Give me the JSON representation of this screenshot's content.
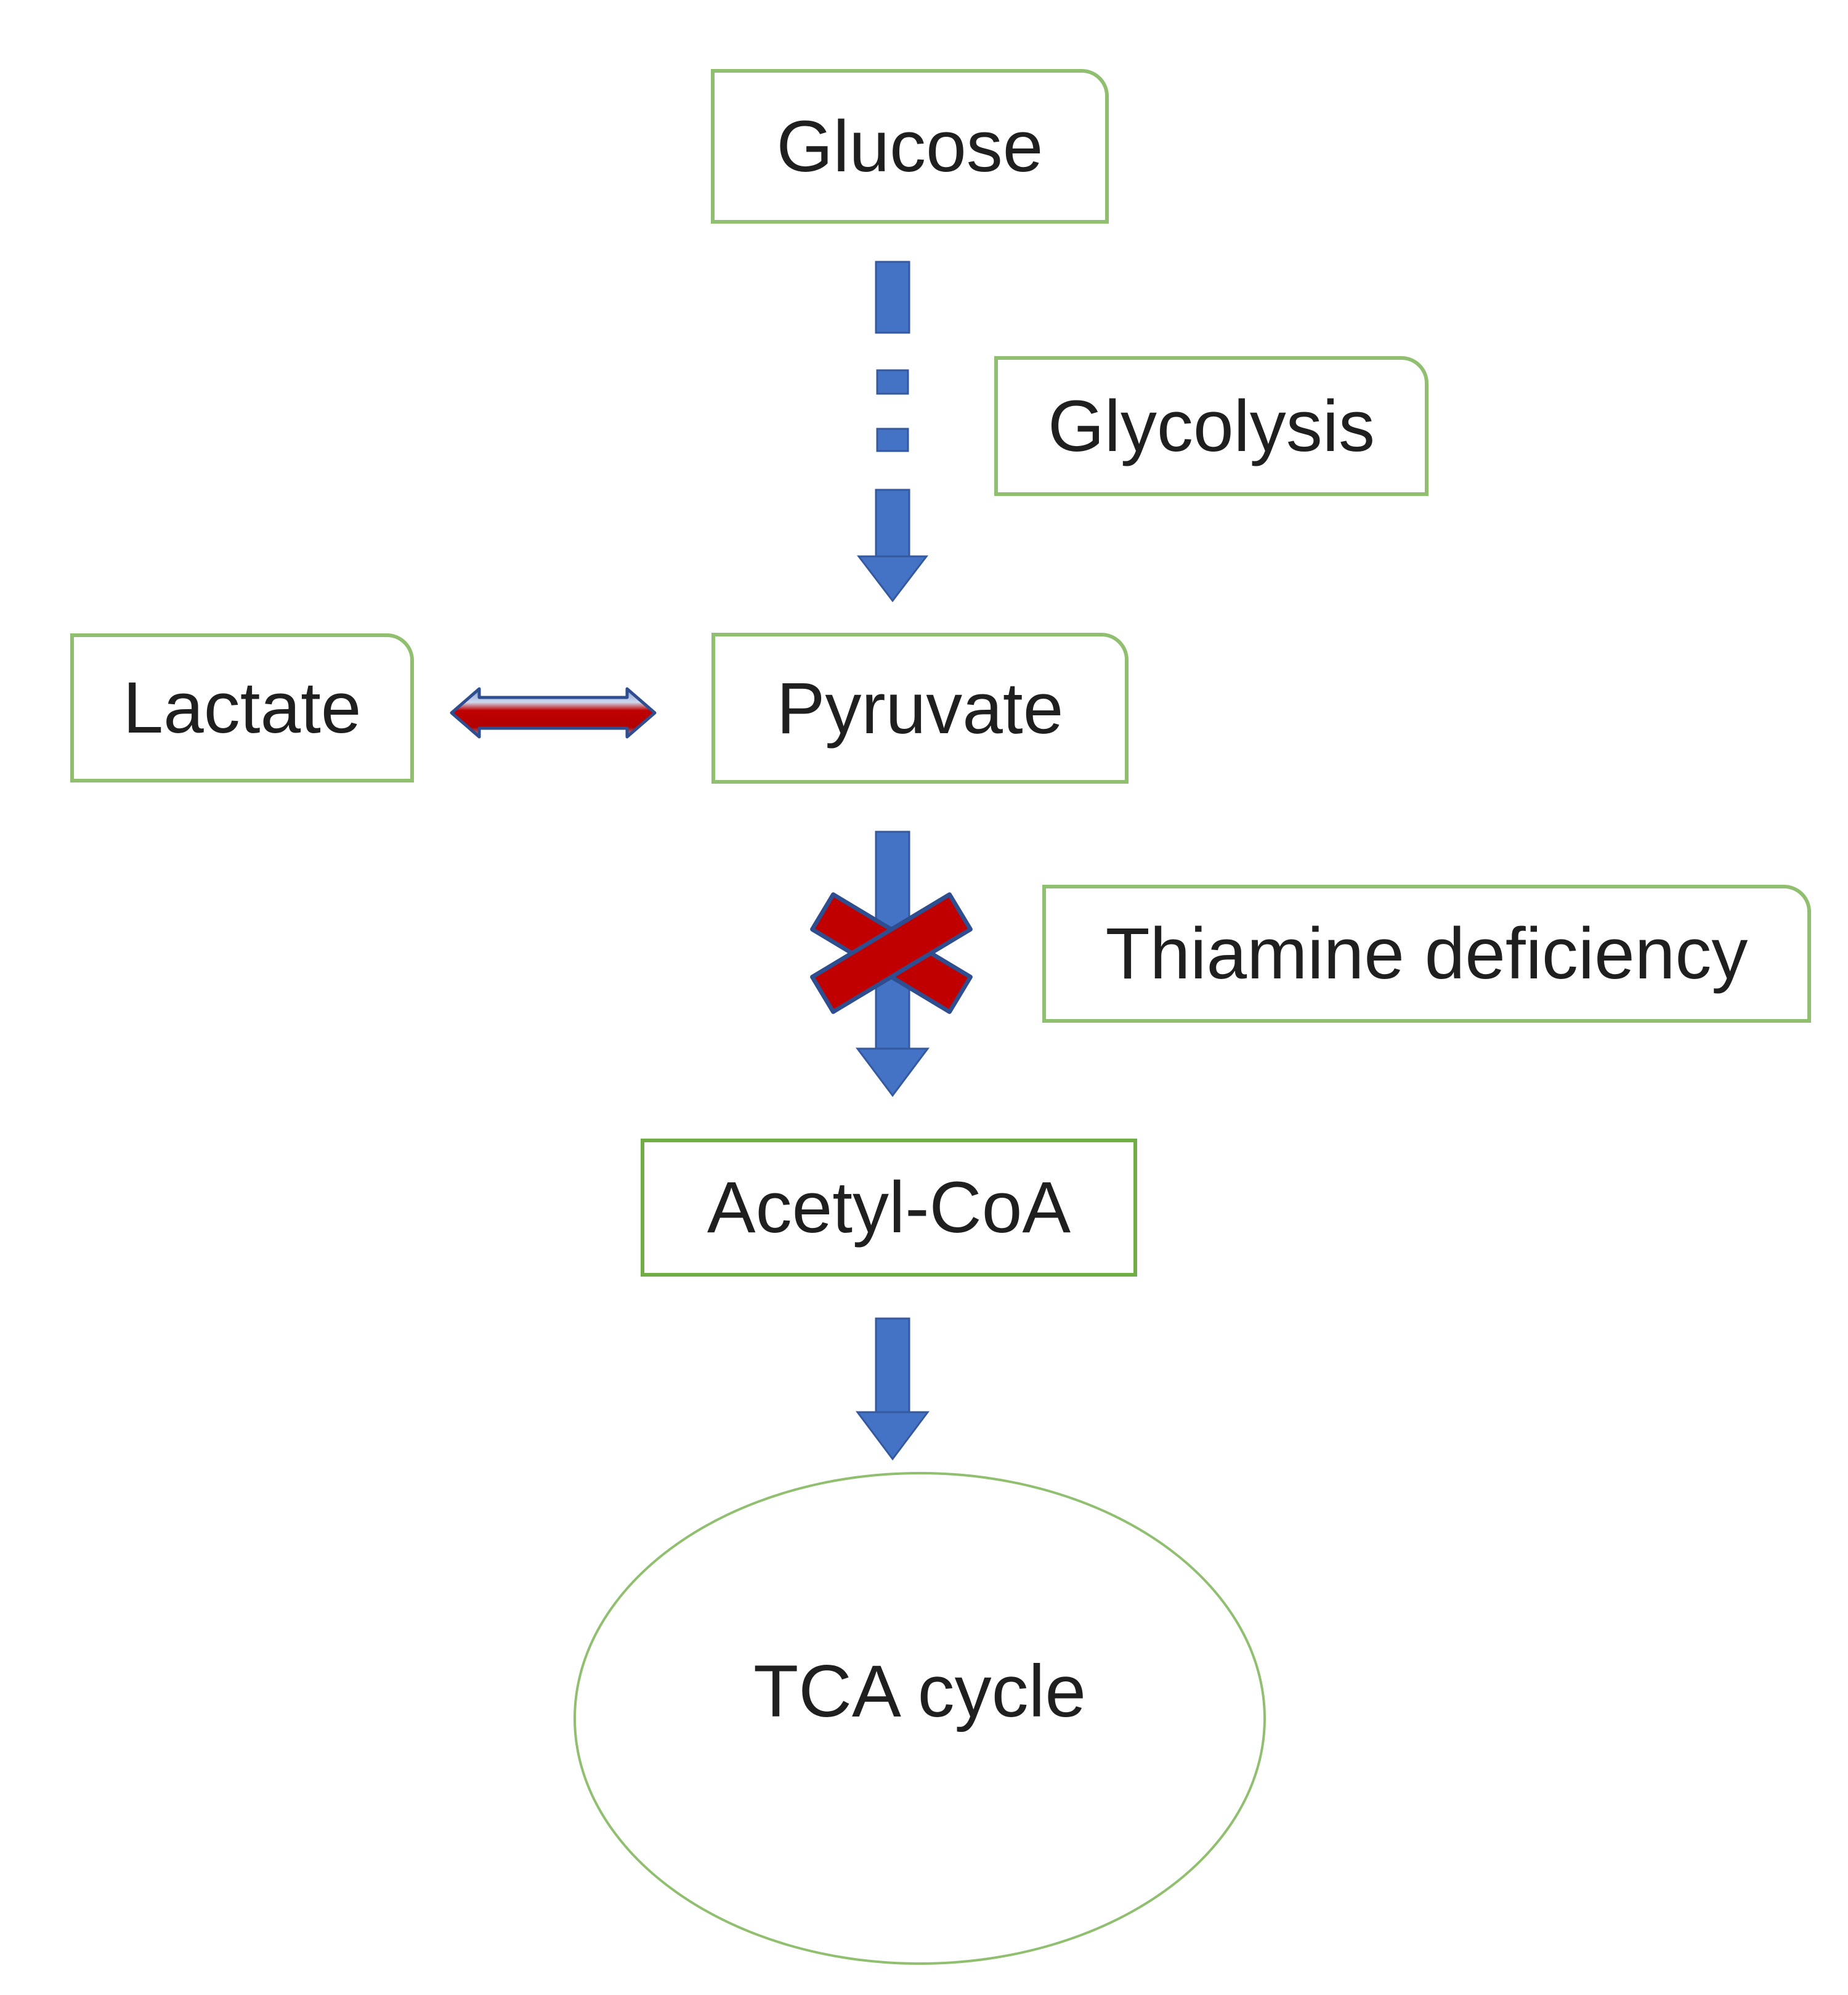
{
  "diagram": {
    "type": "flowchart",
    "topic": "Glucose metabolism pathway blocked by thiamine deficiency",
    "nodes": {
      "glucose": {
        "label": "Glucose",
        "shape": "rounded-corner-box"
      },
      "glycolysis": {
        "label": "Glycolysis",
        "shape": "rounded-corner-box",
        "role": "process-label"
      },
      "lactate": {
        "label": "Lactate",
        "shape": "rounded-corner-box"
      },
      "pyruvate": {
        "label": "Pyruvate",
        "shape": "rounded-corner-box"
      },
      "thiamine": {
        "label": "Thiamine deficiency",
        "shape": "rounded-corner-box",
        "role": "block-label"
      },
      "acetyl_coa": {
        "label": "Acetyl-CoA",
        "shape": "rectangle"
      },
      "tca": {
        "label": "TCA cycle",
        "shape": "ellipse"
      }
    },
    "edges": [
      {
        "from": "Glucose",
        "to": "Pyruvate",
        "label": "Glycolysis",
        "style": "dashed-blue-arrow",
        "direction": "down"
      },
      {
        "from": "Lactate",
        "to": "Pyruvate",
        "style": "red-double-arrow",
        "bidirectional": true
      },
      {
        "from": "Pyruvate",
        "to": "Acetyl-CoA",
        "style": "blue-arrow",
        "direction": "down",
        "blocked": true,
        "blocked_by": "Thiamine deficiency",
        "block_symbol": "red-x"
      },
      {
        "from": "Acetyl-CoA",
        "to": "TCA cycle",
        "style": "blue-arrow",
        "direction": "down"
      }
    ],
    "colors": {
      "box_border_light_green": "#8fbf6f",
      "box_border_strong_green": "#70ad47",
      "arrow_blue": "#4472c4",
      "arrow_blue_edge": "#35599e",
      "block_red": "#c00000",
      "outline_navy": "#2f4e8f",
      "text": "#1f1f1f",
      "background": "#ffffff"
    }
  }
}
